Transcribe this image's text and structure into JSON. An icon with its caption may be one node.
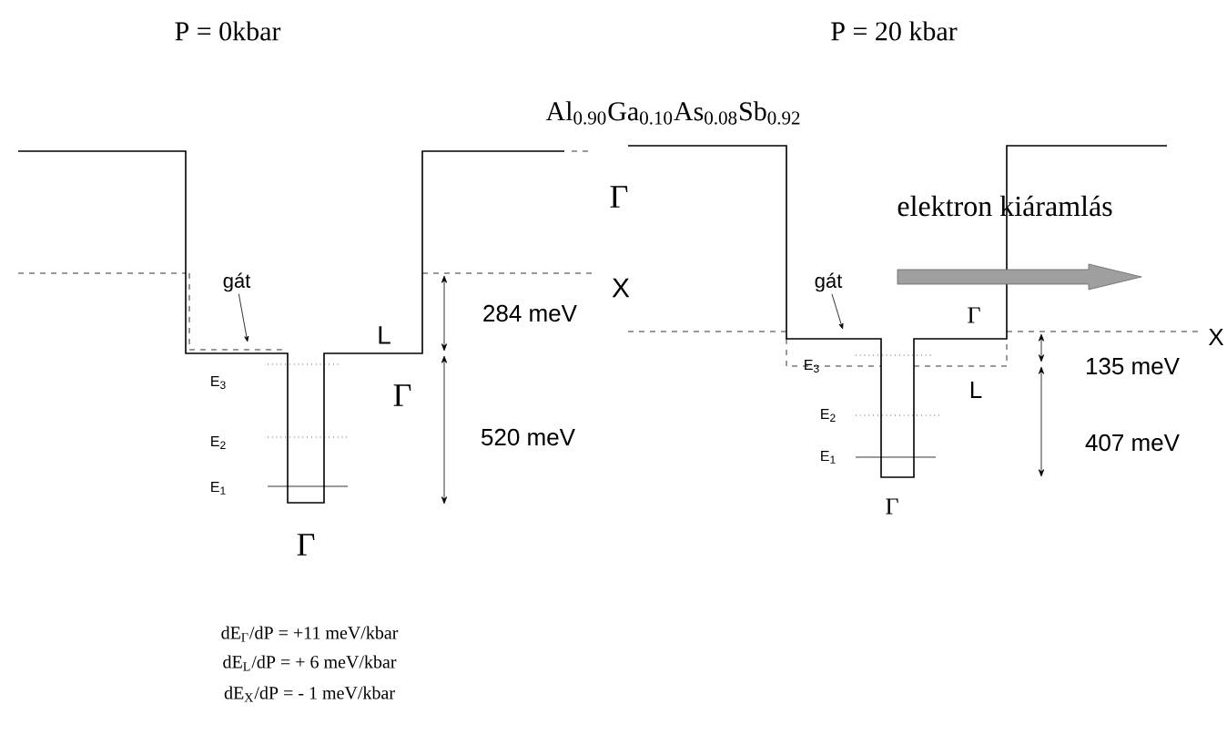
{
  "diagram": {
    "nodes": [
      {
        "text": [
          "gát"
        ]
      },
      {
        "text": [
          "gát"
        ]
      }
    ],
    "edges": [
      {
        "from": 0,
        "to": null,
        "arrow": "to"
      },
      {
        "from": 1,
        "to": null,
        "arrow": "to"
      }
    ],
    "labels": [
      "P = 0kbar",
      "P = 20 kbar",
      "Al$_{0.90}$Ga$_{0.10}$As$_{0.08}$Sb$_{0.92}$",
      "Γ",
      "elektron kiáramlás",
      "X",
      "284 meV",
      "L",
      "Γ",
      "X",
      "E$_{3}$",
      "Γ",
      "135 meV",
      "E$_{3}$",
      "L",
      "E$_{2}$",
      "520 meV",
      "E$_{2}$",
      "407 meV",
      "E$_{1}$",
      "E$_{1}$",
      "Γ",
      "Γ",
      "dE$_{Γ}$/dP = +11 meV/kbar",
      "dE$_{L}$/dP = + 6 meV/kbar",
      "dE$_{X}$/dP = - 1 meV/kbar"
    ]
  }
}
